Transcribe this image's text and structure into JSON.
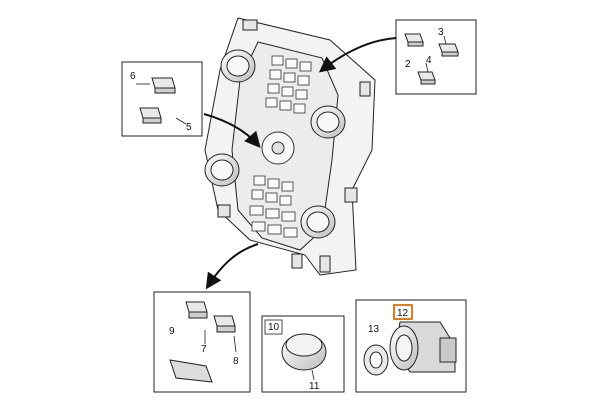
{
  "callouts": {
    "c2": "2",
    "c3": "3",
    "c4": "4",
    "c5": "5",
    "c6": "6",
    "c7": "7",
    "c8": "8",
    "c9": "9",
    "c10": "10",
    "c11": "11",
    "c12": "12",
    "c13": "13"
  },
  "colors": {
    "highlight": "#e07b22",
    "line": "#222222",
    "panel_fill": "#f3f3f3",
    "shade": "#d6d6d6"
  }
}
